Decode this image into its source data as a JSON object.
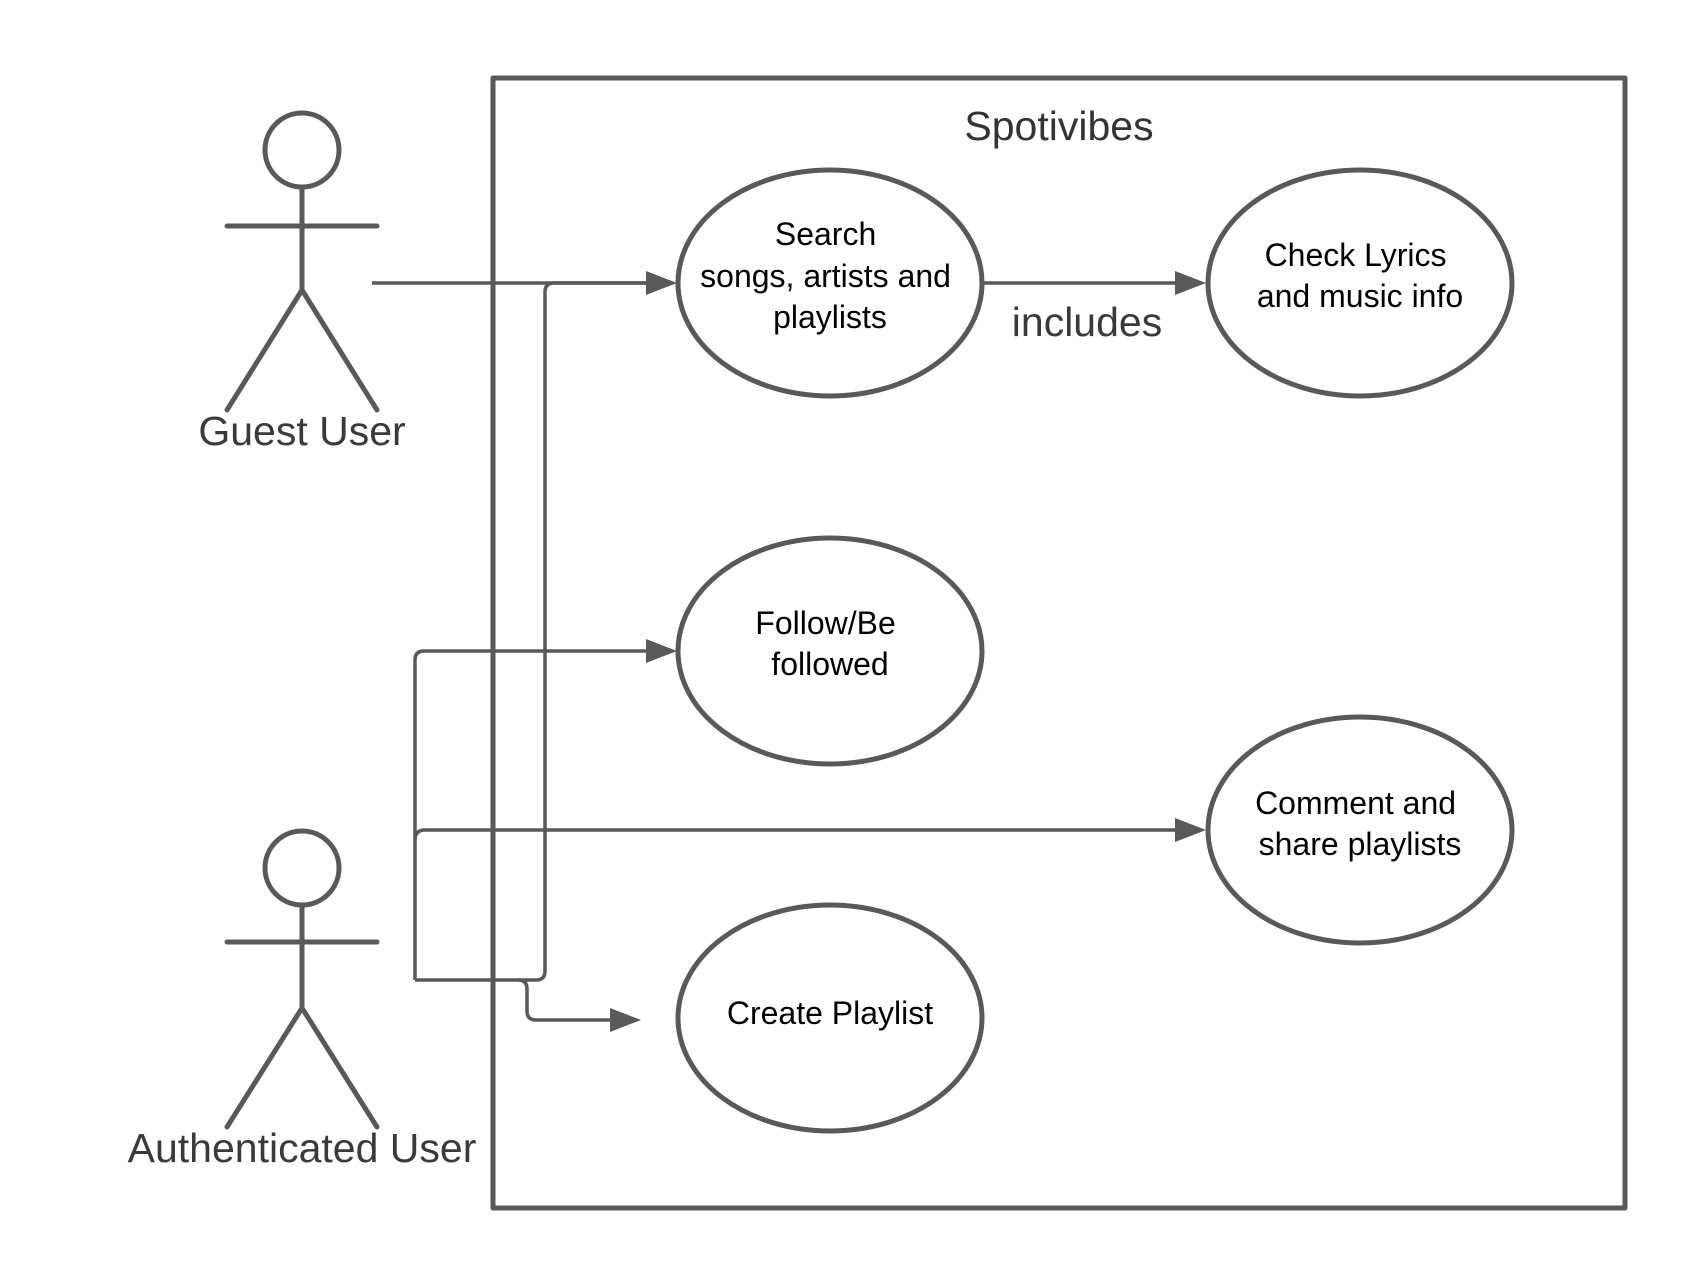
{
  "system": {
    "title": "Spotivibes"
  },
  "actors": {
    "guest": {
      "label": "Guest User"
    },
    "authenticated": {
      "label": "Authenticated User"
    }
  },
  "use_cases": {
    "search": {
      "lines": [
        "Search",
        "songs, artists and",
        "playlists"
      ]
    },
    "lyrics": {
      "lines": [
        "Check Lyrics",
        "and music info"
      ]
    },
    "follow": {
      "lines": [
        "Follow/Be",
        "followed"
      ]
    },
    "comment": {
      "lines": [
        "Comment and",
        "share playlists"
      ]
    },
    "create": {
      "lines": [
        "Create Playlist"
      ]
    }
  },
  "relations": {
    "includes_label": "includes"
  },
  "colors": {
    "line": "#595959",
    "text": "#000000",
    "background": "#ffffff"
  }
}
